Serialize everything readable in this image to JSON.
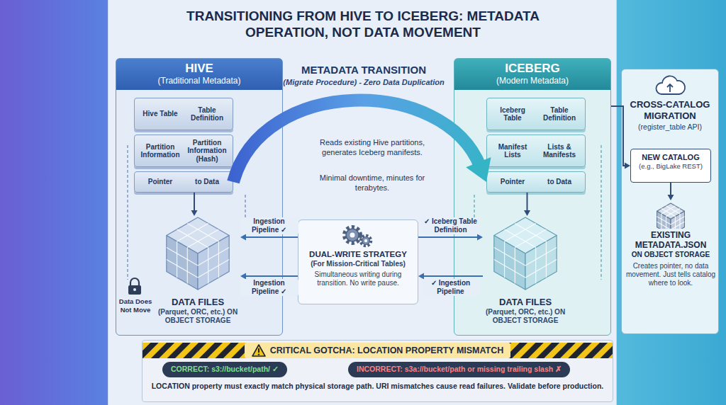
{
  "diagram": {
    "title": "TRANSITIONING FROM HIVE TO ICEBERG: METADATA OPERATION, NOT DATA MOVEMENT",
    "nodes": [
      {
        "text": [
          "HIVE",
          "(Traditional Metadata)"
        ]
      },
      {
        "text": [
          "Hive Table",
          "Table Definition"
        ],
        "in": 0
      },
      {
        "text": [
          "Partition Information",
          "Partition Information (Hash)"
        ],
        "in": 0
      },
      {
        "text": [
          "Pointer",
          "to Data"
        ],
        "in": 0
      },
      {
        "text": [
          "DATA FILES",
          "(Parquet, ORC, etc.) ON OBJECT STORAGE"
        ],
        "in": 0
      },
      {
        "text": [
          "ICEBERG",
          "(Modern Metadata)"
        ]
      },
      {
        "text": [
          "Iceberg Table",
          "Table Definition"
        ],
        "in": 5
      },
      {
        "text": [
          "Manifest Lists",
          "Lists & Manifests"
        ],
        "in": 5
      },
      {
        "text": [
          "Pointer",
          "to Data"
        ],
        "in": 5
      },
      {
        "text": [
          "DATA FILES",
          "(Parquet, ORC, etc.) ON OBJECT STORAGE"
        ],
        "in": 5
      },
      {
        "text": [
          "DUAL-WRITE STRATEGY",
          "(For Mission-Critical Tables)",
          "Simultaneous writing during transition. No write pause."
        ]
      },
      {
        "text": [
          "CROSS-CATALOG MIGRATION",
          "(register_table API)"
        ]
      },
      {
        "text": [
          "NEW CATALOG",
          "(e.g., BigLake REST)"
        ],
        "in": 11
      },
      {
        "text": [
          "EXISTING METADATA.JSON",
          "ON OBJECT STORAGE",
          "Creates pointer, no data movement. Just tells catalog where to look."
        ],
        "in": 11
      },
      {
        "text": [
          "CRITICAL GOTCHA: LOCATION PROPERTY MISMATCH",
          "LOCATION property must exactly match physical storage path. URI mismatches cause read failures. Validate before production."
        ]
      },
      {
        "text": [
          "CORRECT: s3://bucket/path/ ✓"
        ],
        "in": 14
      },
      {
        "text": [
          "INCORRECT: s3a://bucket/path or missing trailing slash ✗"
        ],
        "in": 14
      }
    ],
    "edges": [
      {
        "from": 3,
        "to": 8,
        "arrow": "to"
      },
      {
        "from": 3,
        "to": 4,
        "arrow": "to"
      },
      {
        "from": 8,
        "to": 9,
        "arrow": "to"
      },
      {
        "from": 10,
        "to": 4,
        "label": "Ingestion Pipeline ✓",
        "arrow": "to"
      },
      {
        "from": 10,
        "to": 4,
        "label": "Ingestion Pipeline ✓",
        "arrow": "to"
      },
      {
        "from": 10,
        "to": 9,
        "label": "✓ Iceberg Table Definition",
        "arrow": "to"
      },
      {
        "from": 9,
        "to": 10,
        "label": "✓ Ingestion Pipeline",
        "arrow": "to"
      },
      {
        "from": 5,
        "to": 12,
        "arrow": "to"
      },
      {
        "from": 12,
        "to": 13,
        "arrow": "to"
      }
    ],
    "labels": [
      "METADATA TRANSITION",
      "(Migrate Procedure) - Zero Data Duplication",
      "Reads existing Hive partitions, generates Iceberg manifests.",
      "Minimal downtime, minutes for terabytes.",
      "Data Does Not Move"
    ]
  }
}
